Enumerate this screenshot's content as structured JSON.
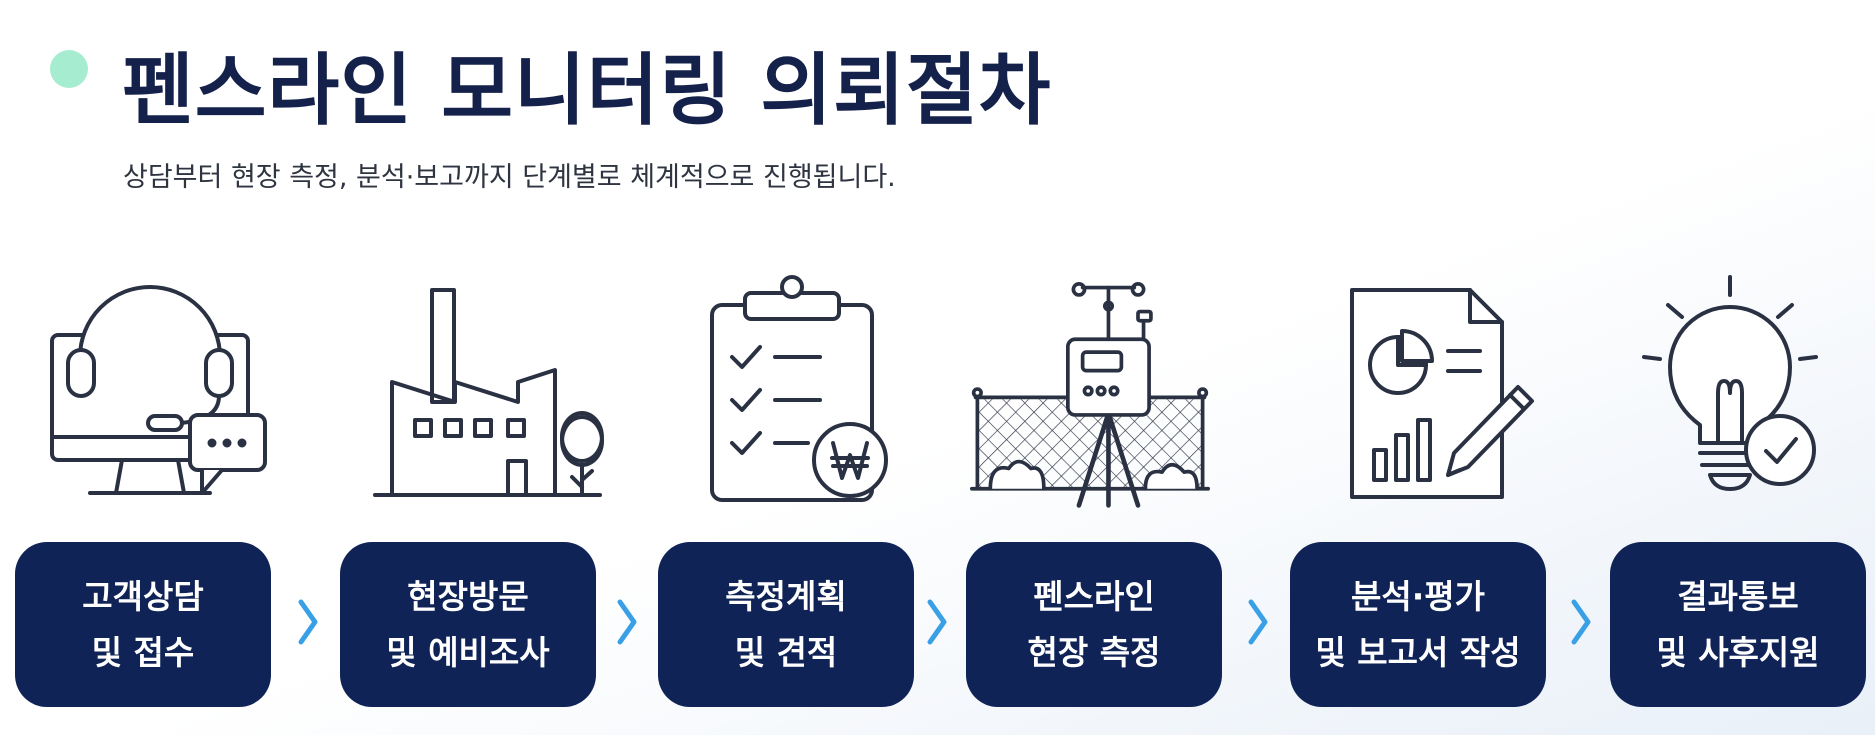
{
  "header": {
    "title": "펜스라인 모니터링 의뢰절차",
    "subtitle": "상담부터 현장 측정, 분석·보고까지 단계별로 체계적으로 진행됩니다."
  },
  "steps": [
    {
      "line1": "고객상담",
      "line2": "및 접수",
      "icon": "headset-monitor-chat-icon"
    },
    {
      "line1": "현장방문",
      "line2": "및 예비조사",
      "icon": "factory-icon"
    },
    {
      "line1": "측정계획",
      "line2": "및 견적",
      "icon": "clipboard-checklist-won-icon"
    },
    {
      "line1": "펜스라인",
      "line2": "현장 측정",
      "icon": "measurement-station-fence-icon"
    },
    {
      "line1": "분석·평가",
      "line2": "및 보고서 작성",
      "icon": "report-document-icon"
    },
    {
      "line1": "결과통보",
      "line2": "및 사후지원",
      "icon": "lightbulb-check-icon"
    }
  ],
  "colors": {
    "navy": "#0f2356",
    "accent_dot": "#a6ecd0",
    "arrow": "#3aa0e6",
    "icon_stroke": "#2a3142"
  },
  "icons": {
    "step_arrow": "chevron-right-icon",
    "bullet": "green-dot"
  }
}
